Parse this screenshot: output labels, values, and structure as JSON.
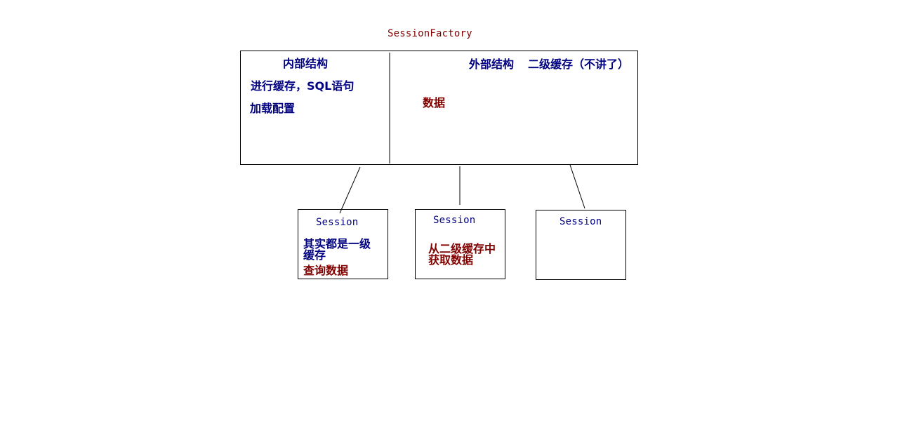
{
  "session_factory": {
    "title": "SessionFactory",
    "internal": {
      "heading": "内部结构",
      "lines": [
        "进行缓存，SQL语句",
        "加载配置"
      ]
    },
    "external": {
      "heading": "外部结构",
      "cache_note": "二级缓存（不讲了）",
      "data_label": "数据"
    }
  },
  "sessions": [
    {
      "title": "Session",
      "note_lines": [
        "其实都是一级",
        "缓存"
      ],
      "query_label": "查询数据"
    },
    {
      "title": "Session",
      "fetch_lines": [
        "从二级缓存中",
        "获取数据"
      ]
    },
    {
      "title": "Session"
    }
  ],
  "colors": {
    "primary_text": "#000080",
    "highlight_text": "#800000",
    "lines": "#000000"
  }
}
